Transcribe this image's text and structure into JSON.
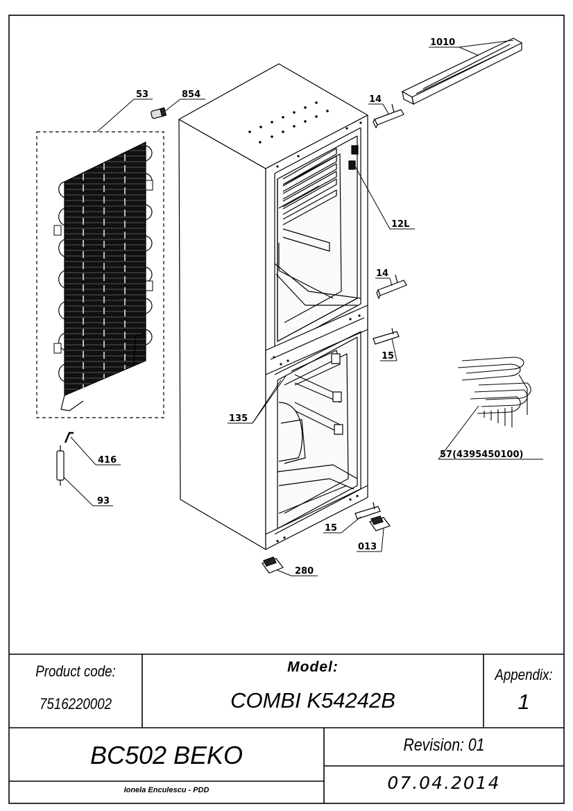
{
  "parts": {
    "p1010": "1010",
    "p53": "53",
    "p854": "854",
    "p14a": "14",
    "p12L": "12L",
    "p14b": "14",
    "p15a": "15",
    "p135": "135",
    "p57": "57(4395450100)",
    "p416": "416",
    "p93": "93",
    "p15b": "15",
    "p013": "013",
    "p280": "280"
  },
  "title_block": {
    "product_code_label": "Product code:",
    "product_code": "7516220002",
    "model_label": "Model:",
    "model": "COMBI K54242B",
    "appendix_label": "Appendix:",
    "appendix": "1",
    "name": "BC502 BEKO",
    "revision": "Revision: 01",
    "date": "07.04.2014",
    "author": "Ionela Enculescu - PDD"
  }
}
